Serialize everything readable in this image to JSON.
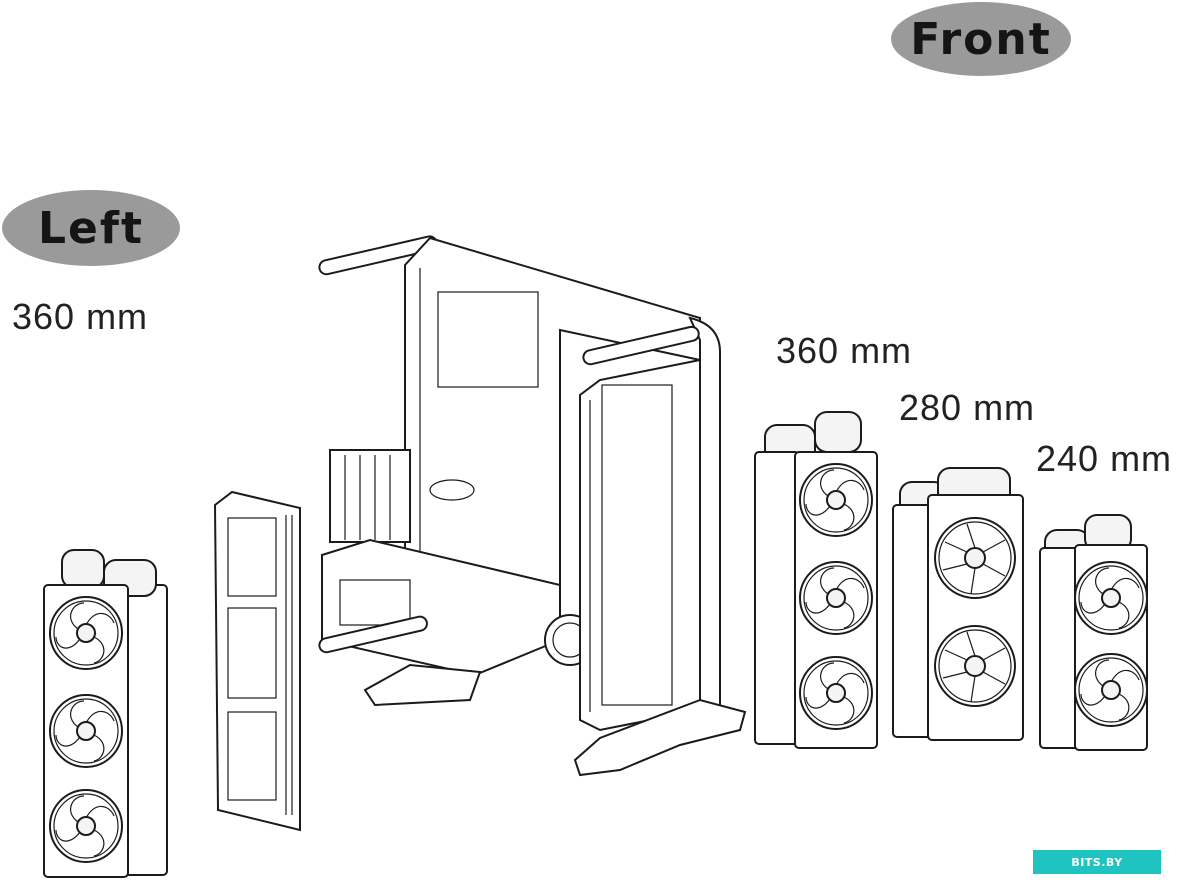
{
  "labels": {
    "front": "Front",
    "left": "Left",
    "left_radiator_size": "360 mm",
    "front_radiator_sizes": [
      "360 mm",
      "280 mm",
      "240 mm"
    ]
  },
  "watermark": "BITS.BY",
  "colors": {
    "pill_background": "#9a9a9a",
    "line_art": "#1b1b1b",
    "watermark_background": "#1fc4c0"
  }
}
